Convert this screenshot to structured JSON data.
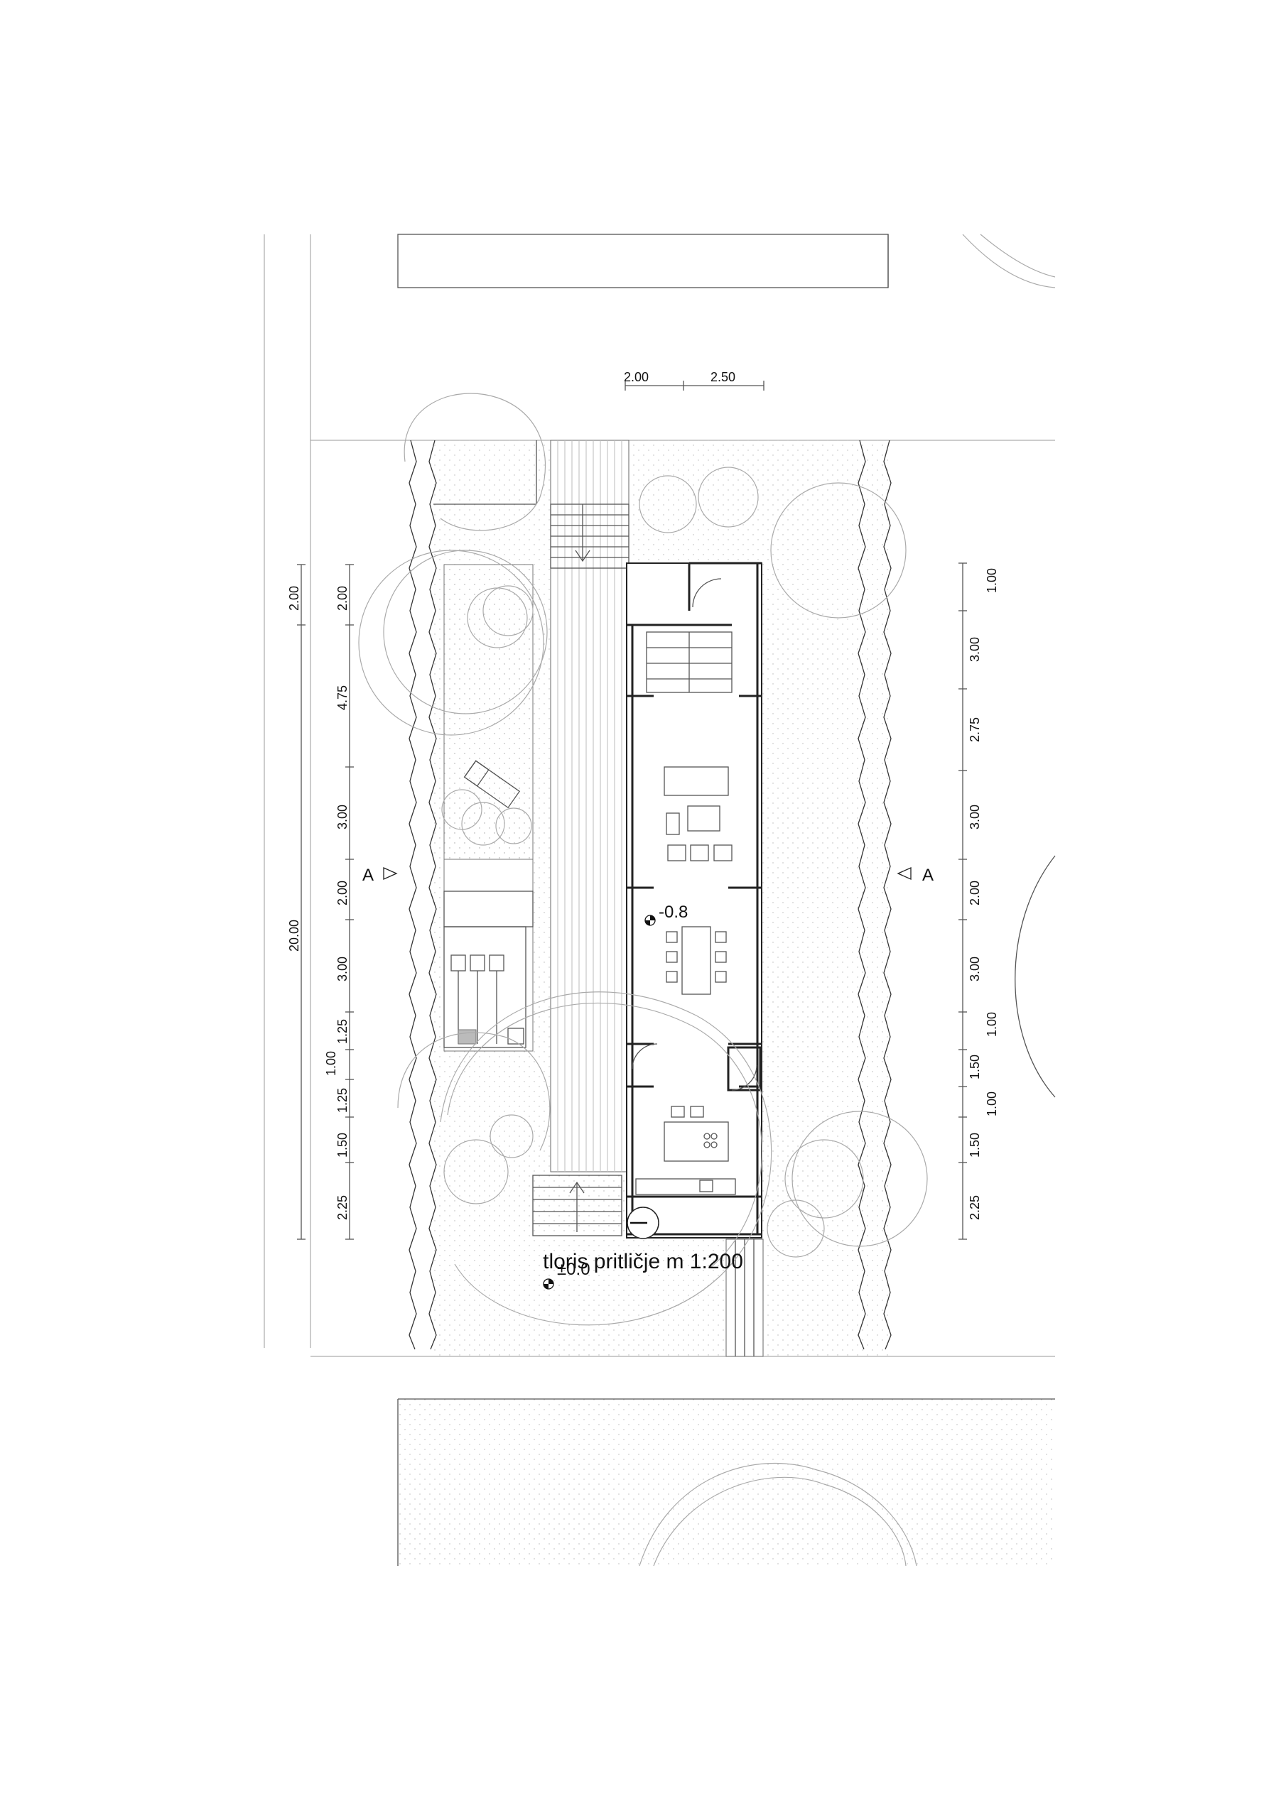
{
  "title": "tloris pritličje m 1:200",
  "section_mark": "A",
  "levels": {
    "inner": "-0.8",
    "outer": "±0.0"
  },
  "top_dims": [
    "2.00",
    "2.50"
  ],
  "left_outer_dims": [
    "2.00",
    "20.00"
  ],
  "left_inner_dims": [
    "2.00",
    "4.75",
    "3.00",
    "2.00",
    "3.00",
    "1.25",
    "1.00",
    "1.25",
    "1.50",
    "2.25"
  ],
  "right_dims": [
    "1.00",
    "3.00",
    "2.75",
    "3.00",
    "2.00",
    "3.00",
    "1.00",
    "1.50",
    "1.00",
    "1.50",
    "2.25"
  ],
  "colors": {
    "line": "#222222",
    "light": "#aaaaaa",
    "hatch": "#cccccc"
  },
  "icons": {
    "north_arrow": "north-arrow-icon",
    "level_marker": "level-marker-icon",
    "section_arrow": "section-arrow-icon"
  }
}
